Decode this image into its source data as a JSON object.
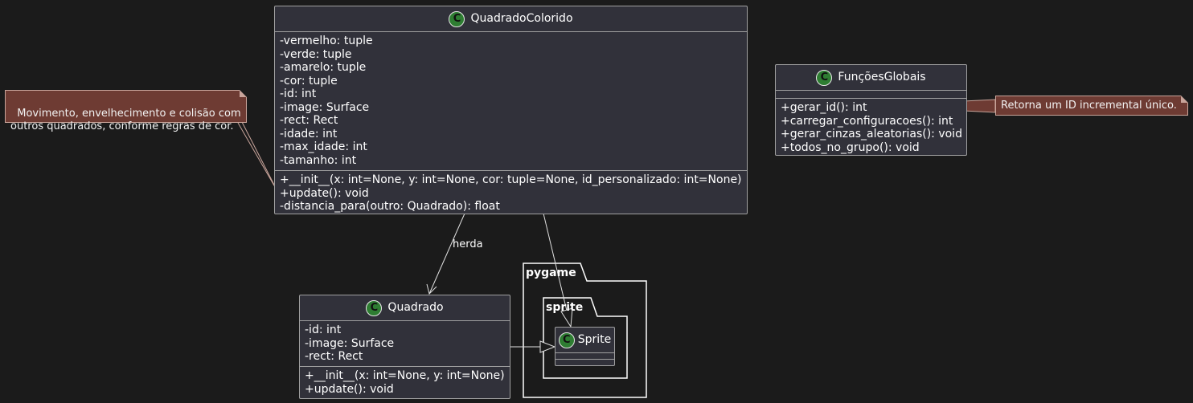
{
  "classes": {
    "quadrado_colorido": {
      "name": "QuadradoColorido",
      "attributes": [
        "-vermelho: tuple",
        "-verde: tuple",
        "-amarelo: tuple",
        "-cor: tuple",
        "-id: int",
        "-image: Surface",
        "-rect: Rect",
        "-idade: int",
        "-max_idade: int",
        "-tamanho: int"
      ],
      "methods": [
        "+__init__(x: int=None, y: int=None, cor: tuple=None, id_personalizado: int=None)",
        "+update(): void",
        "-distancia_para(outro: Quadrado): float"
      ]
    },
    "funcoes_globais": {
      "name": "FunçõesGlobais",
      "attributes": [],
      "methods": [
        "+gerar_id(): int",
        "+carregar_configuracoes(): int",
        "+gerar_cinzas_aleatorias(): void",
        "+todos_no_grupo(): void"
      ]
    },
    "quadrado": {
      "name": "Quadrado",
      "attributes": [
        "-id: int",
        "-image: Surface",
        "-rect: Rect"
      ],
      "methods": [
        "+__init__(x: int=None, y: int=None)",
        "+update(): void"
      ]
    },
    "sprite": {
      "name": "Sprite",
      "attributes": [],
      "methods": []
    }
  },
  "class_icon_letter": "C",
  "packages": {
    "outer": "pygame",
    "inner": "sprite"
  },
  "notes": {
    "movement": "Movimento, envelhecimento e colisão com\noutros quadrados, conforme regras de cor.",
    "gerar_id": "Retorna um ID incremental único."
  },
  "edge_labels": {
    "herda": "herda"
  },
  "colors": {
    "background": "#1b1b1b",
    "class_fill": "#31313a",
    "class_border": "#a0a0a0",
    "icon_green": "#2e7d32",
    "note_fill": "#6e3b33",
    "note_border": "#c9a59b",
    "text": "#ffffff"
  }
}
